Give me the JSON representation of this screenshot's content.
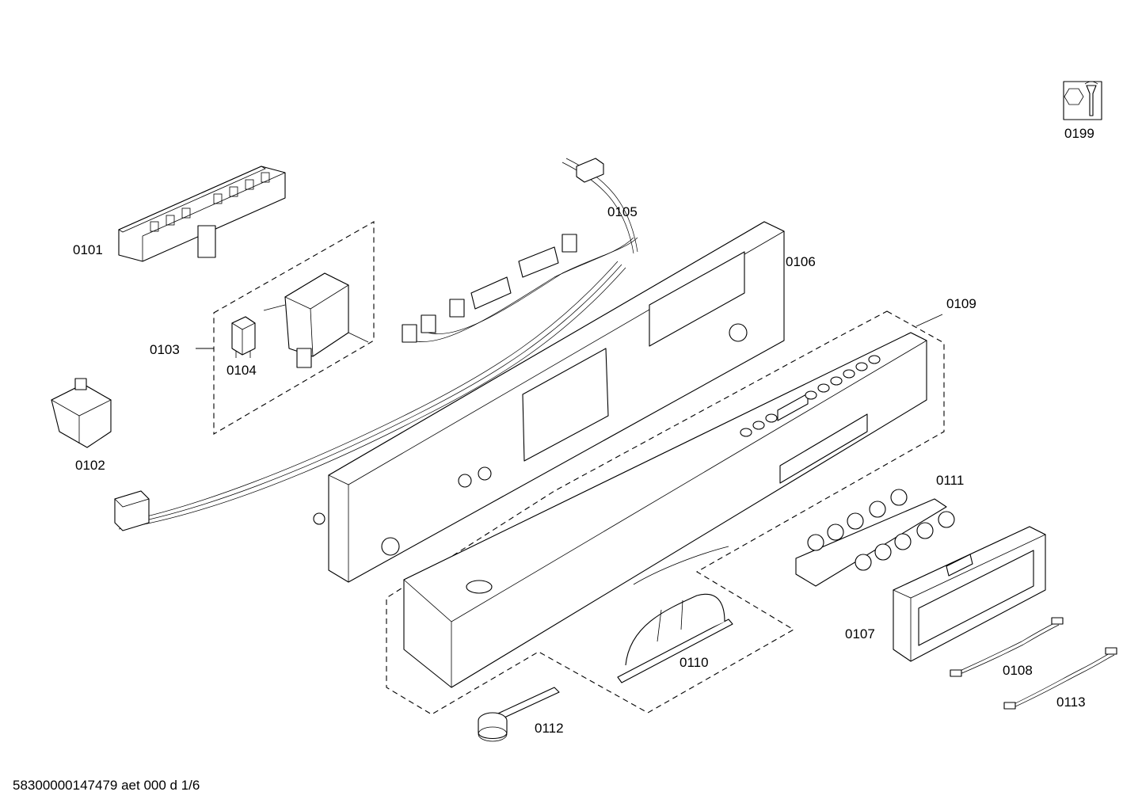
{
  "labels": {
    "p0101": "0101",
    "p0102": "0102",
    "p0103": "0103",
    "p0104": "0104",
    "p0105": "0105",
    "p0106": "0106",
    "p0107": "0107",
    "p0108": "0108",
    "p0109": "0109",
    "p0110": "0110",
    "p0111": "0111",
    "p0112": "0112",
    "p0113": "0113",
    "p0199": "0199"
  },
  "footer": "58300000147479 aet 000 d 1/6",
  "icons": {
    "tool": "wrench-nut-icon"
  }
}
